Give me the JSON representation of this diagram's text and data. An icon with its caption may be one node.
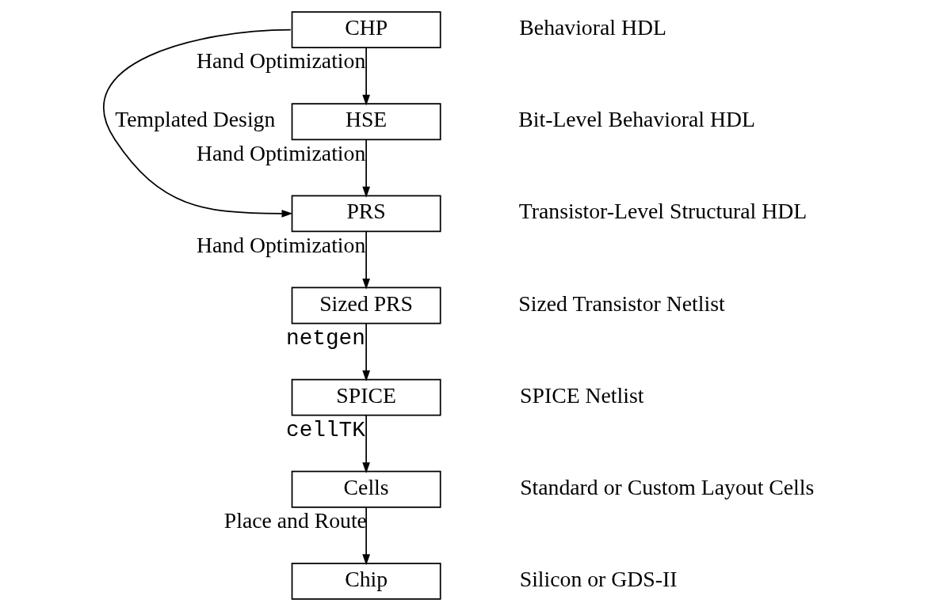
{
  "diagram": {
    "nodes": [
      {
        "text": [
          "CHP"
        ],
        "beside": [
          "Behavioral HDL"
        ]
      },
      {
        "text": [
          "HSE"
        ],
        "beside": [
          "Bit-Level Behavioral HDL"
        ]
      },
      {
        "text": [
          "PRS"
        ],
        "beside": [
          "Transistor-Level Structural HDL"
        ]
      },
      {
        "text": [
          "Sized PRS"
        ],
        "beside": [
          "Sized Transistor Netlist"
        ]
      },
      {
        "text": [
          "SPICE"
        ],
        "beside": [
          "SPICE Netlist"
        ]
      },
      {
        "text": [
          "Cells"
        ],
        "beside": [
          "Standard or Custom Layout Cells"
        ]
      },
      {
        "text": [
          "Chip"
        ],
        "beside": [
          "Silicon or GDS-II"
        ]
      }
    ],
    "edges": [
      {
        "from": 0,
        "to": 1,
        "arrow": "to",
        "label": "Hand Optimization"
      },
      {
        "from": 1,
        "to": 2,
        "arrow": "to",
        "label": "Hand Optimization"
      },
      {
        "from": 2,
        "to": 3,
        "arrow": "to",
        "label": "Hand Optimization"
      },
      {
        "from": 3,
        "to": 4,
        "arrow": "to",
        "label": "netgen"
      },
      {
        "from": 4,
        "to": 5,
        "arrow": "to",
        "label": "cellTK"
      },
      {
        "from": 5,
        "to": 6,
        "arrow": "to",
        "label": "Place and Route"
      },
      {
        "from": 0,
        "to": 2,
        "arrow": "to",
        "label": "Templated Design"
      }
    ]
  }
}
